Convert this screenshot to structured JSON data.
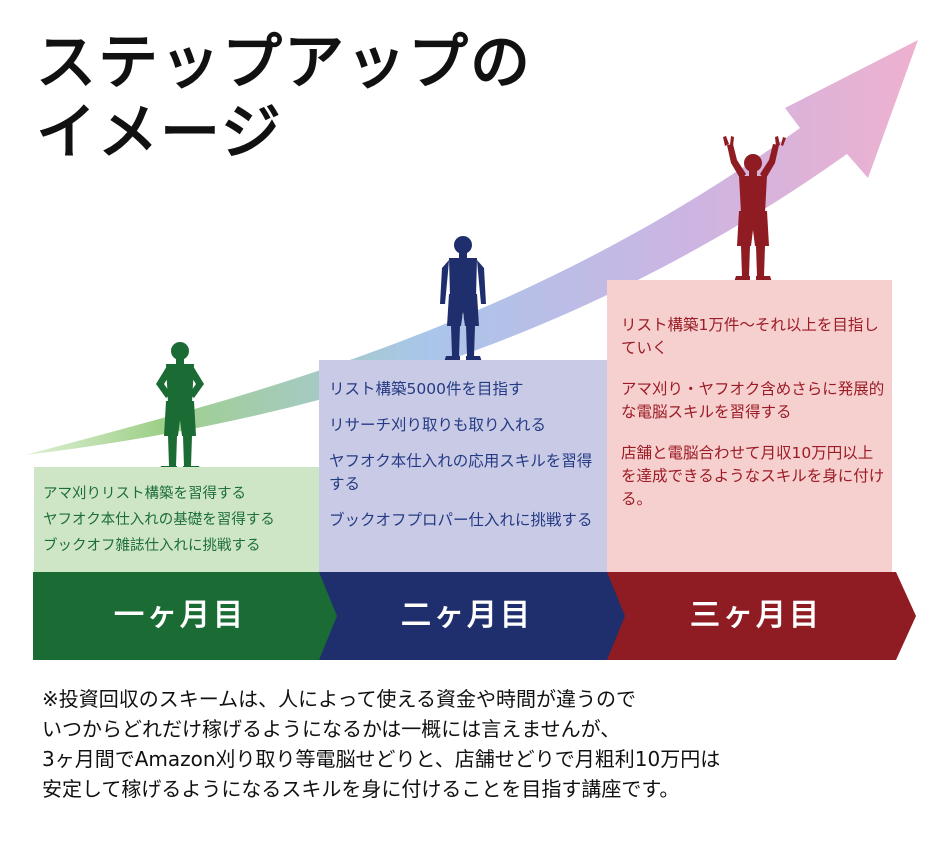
{
  "title": {
    "line1": "ステップアップの",
    "line2": "イメージ"
  },
  "colors": {
    "step1": "#1b6b35",
    "step2": "#1f2f6e",
    "step3": "#8e1c22",
    "panel1": "#cfe6c6",
    "panel2": "#c9cbe6",
    "panel3": "#f6cfcf",
    "arrow_start": "#9fd08a",
    "arrow_mid": "#a9c6ea",
    "arrow_end": "#eeb1cf"
  },
  "icons": {
    "step1_figure": "person-hands-on-hips-icon",
    "step2_figure": "person-standing-icon",
    "step3_figure": "person-victory-icon",
    "arrow": "rising-arrow-icon"
  },
  "steps": [
    {
      "label": "一ヶ月目",
      "items": [
        "アマ刈りリスト構築を習得する",
        "ヤフオク本仕入れの基礎を習得する",
        "ブックオフ雑誌仕入れに挑戦する"
      ]
    },
    {
      "label": "二ヶ月目",
      "items": [
        "リスト構築5000件を目指す",
        "リサーチ刈り取りも取り入れる",
        "ヤフオク本仕入れの応用スキルを習得する",
        "ブックオフプロパー仕入れに挑戦する"
      ]
    },
    {
      "label": "三ヶ月目",
      "items": [
        "リスト構築1万件〜それ以上を目指していく",
        "アマ刈り・ヤフオク含めさらに発展的な電脳スキルを習得する",
        "店舗と電脳合わせて月収10万円以上を達成できるようなスキルを身に付ける。"
      ]
    }
  ],
  "note": {
    "line1": "※投資回収のスキームは、人によって使える資金や時間が違うので",
    "line2": "いつからどれだけ稼げるようになるかは一概には言えませんが、",
    "line3": "3ヶ月間でAmazon刈り取り等電脳せどりと、店舗せどりで月粗利10万円は",
    "line4": "安定して稼げるようになるスキルを身に付けることを目指す講座です。"
  }
}
